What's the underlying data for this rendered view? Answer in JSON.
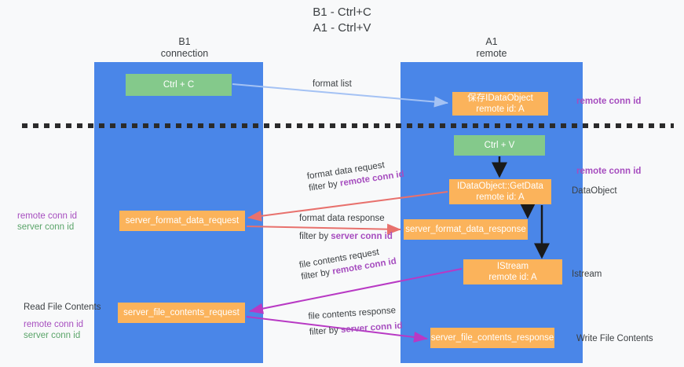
{
  "title": {
    "line1": "B1 - Ctrl+C",
    "line2": "A1 - Ctrl+V"
  },
  "columns": {
    "left": {
      "name": "B1",
      "role": "connection"
    },
    "right": {
      "name": "A1",
      "role": "remote"
    }
  },
  "colors": {
    "lane": "#4a86e8",
    "green_box": "#84c98b",
    "orange_box": "#fbb35b",
    "remote_conn_id": "#a64dbf",
    "server_conn_id": "#5aa469",
    "arrow_blue": "#a4c2f4",
    "arrow_red": "#e8716d",
    "arrow_magenta": "#b839c4",
    "arrow_black": "#1a1a1a",
    "divider": "#2b2b2b",
    "background": "#f8f9fa"
  },
  "boxes": {
    "ctrl_c": "Ctrl + C",
    "idataobject": "保存IDataObject\nremote id: A",
    "idataobject_line1": "保存IDataObject",
    "idataobject_line2": "remote id: A",
    "ctrl_v": "Ctrl + V",
    "getdata_line1": "IDataObject::GetData",
    "getdata_line2": "remote id: A",
    "server_format_data_request": "server_format_data_request",
    "server_format_data_response": "server_format_data_response",
    "istream_line1": "IStream",
    "istream_line2": "remote id: A",
    "server_file_contents_request": "server_file_contents_request",
    "server_file_contents_response": "server_file_contents_response"
  },
  "annotations": {
    "right": {
      "remote_conn_id_top": "remote conn id",
      "remote_conn_id_mid": "remote conn id",
      "dataobject": "DataObject",
      "istream": "Istream",
      "write_file_contents": "Write File Contents"
    },
    "left": {
      "group1_remote": "remote conn id",
      "group1_server": "server conn id",
      "read_file_contents": "Read File Contents",
      "group2_remote": "remote conn id",
      "group2_server": "server conn id"
    }
  },
  "edge_labels": {
    "format_list": "format list",
    "format_data_request": "format data request",
    "format_data_request_filter_prefix": "filter by ",
    "format_data_request_filter_key": "remote conn id",
    "format_data_response": "format data response",
    "format_data_response_filter_prefix": "filter by ",
    "format_data_response_filter_key": "server conn id",
    "file_contents_request": "file contents request",
    "file_contents_request_filter_prefix": "filter by ",
    "file_contents_request_filter_key": "remote conn id",
    "file_contents_response": "file contents response",
    "file_contents_response_filter_prefix": "filter by ",
    "file_contents_response_filter_key": "server conn id"
  }
}
